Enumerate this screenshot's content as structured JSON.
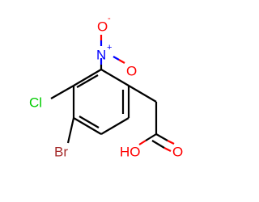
{
  "molecule": {
    "atoms": {
      "chlorine": "Cl",
      "bromine": "Br",
      "nitro_nitrogen": "N",
      "nitro_oxygen": "O",
      "hydroxyl": "HO",
      "carbonyl_oxygen": "O"
    },
    "charges": {
      "nitrogen": "+",
      "oxygen": "-"
    },
    "colors": {
      "chlorine": "#00cc00",
      "bromine": "#a52a2a",
      "nitrogen": "#0000ff",
      "oxygen": "#ff0000",
      "bond": "#000000"
    }
  }
}
